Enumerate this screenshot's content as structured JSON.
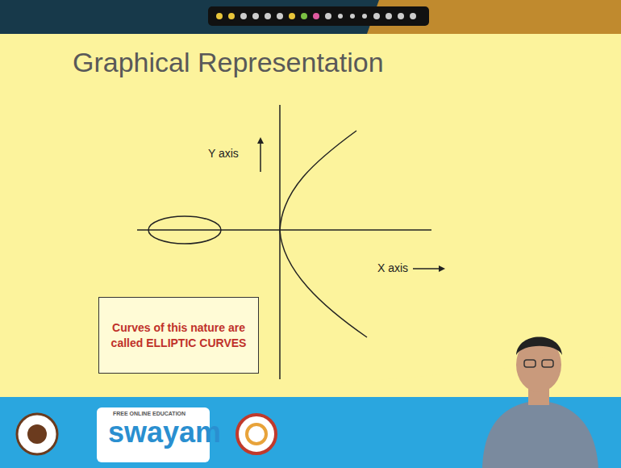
{
  "diagram": {
    "title": "Graphical Representation",
    "nodes": [
      {
        "text": [
          "Curves of this nature are called ELLIPTIC CURVES"
        ]
      }
    ],
    "labels": [
      "Y axis",
      "X axis",
      "FREE ONLINE EDUCATION",
      "swayam"
    ]
  }
}
